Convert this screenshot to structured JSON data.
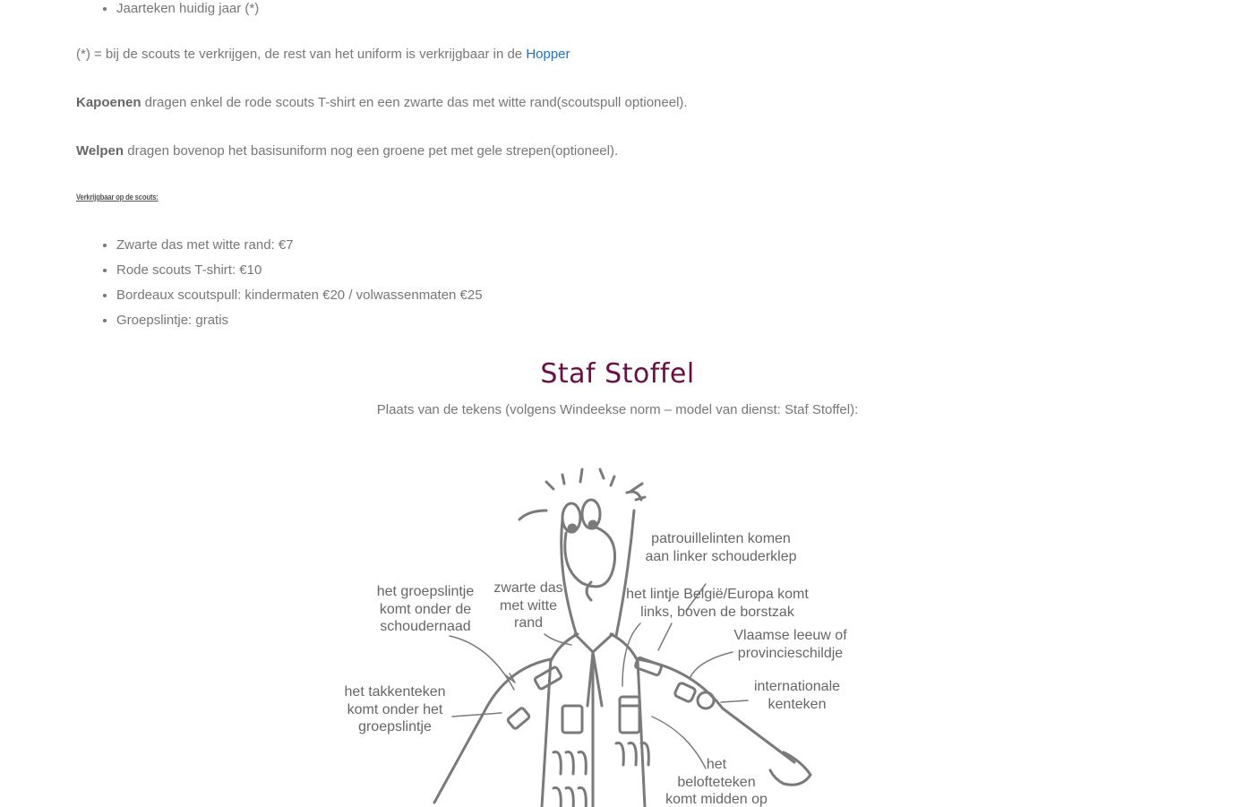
{
  "top_list": [
    "Jaarteken huidig jaar (*)"
  ],
  "note": {
    "text": "(*) = bij de scouts te verkrijgen, de rest van het uniform is verkrijgbaar in de ",
    "link": "Hopper"
  },
  "kapoenen": {
    "bold": "Kapoenen",
    "text": " dragen enkel de rode scouts T-shirt en een zwarte das met witte rand(scoutspull optioneel)."
  },
  "welpen": {
    "bold": "Welpen",
    "text": " dragen bovenop het basisuniform nog een groene pet met gele strepen(optioneel)."
  },
  "verkrijgbaar_heading": "Verkrijgbaar op de scouts:",
  "price_list": [
    "Zwarte das met witte rand: €7",
    "Rode scouts T-shirt: €10",
    "Bordeaux scoutspull: kindermaten €20 / volwassenmaten €25",
    "Groepslintje: gratis"
  ],
  "staf": {
    "title": "Staf Stoffel",
    "subtitle": "Plaats van de tekens (volgens Windeekse norm – model van dienst: Staf Stoffel):"
  },
  "figure_labels": {
    "patrouille": "patrouillelinten komen\naan linker schouderklep",
    "groepslintje": "het groepslintje\nkomt onder de\nschoudernaad",
    "das": "zwarte das\nmet witte\nrand",
    "belgie": "het lintje België/Europa komt\nlinks, boven de borstzak",
    "leeuw": "Vlaamse leeuw of\nprovincieschildje",
    "takkenteken": "het takkenteken\nkomt onder het\ngroepslintje",
    "internationale": "internationale\nkenteken",
    "belofte": "het\nbelofteteken\nkomt midden op"
  },
  "colors": {
    "accent_title": "#6b0f42",
    "link": "#1e73be",
    "text": "#777777"
  }
}
